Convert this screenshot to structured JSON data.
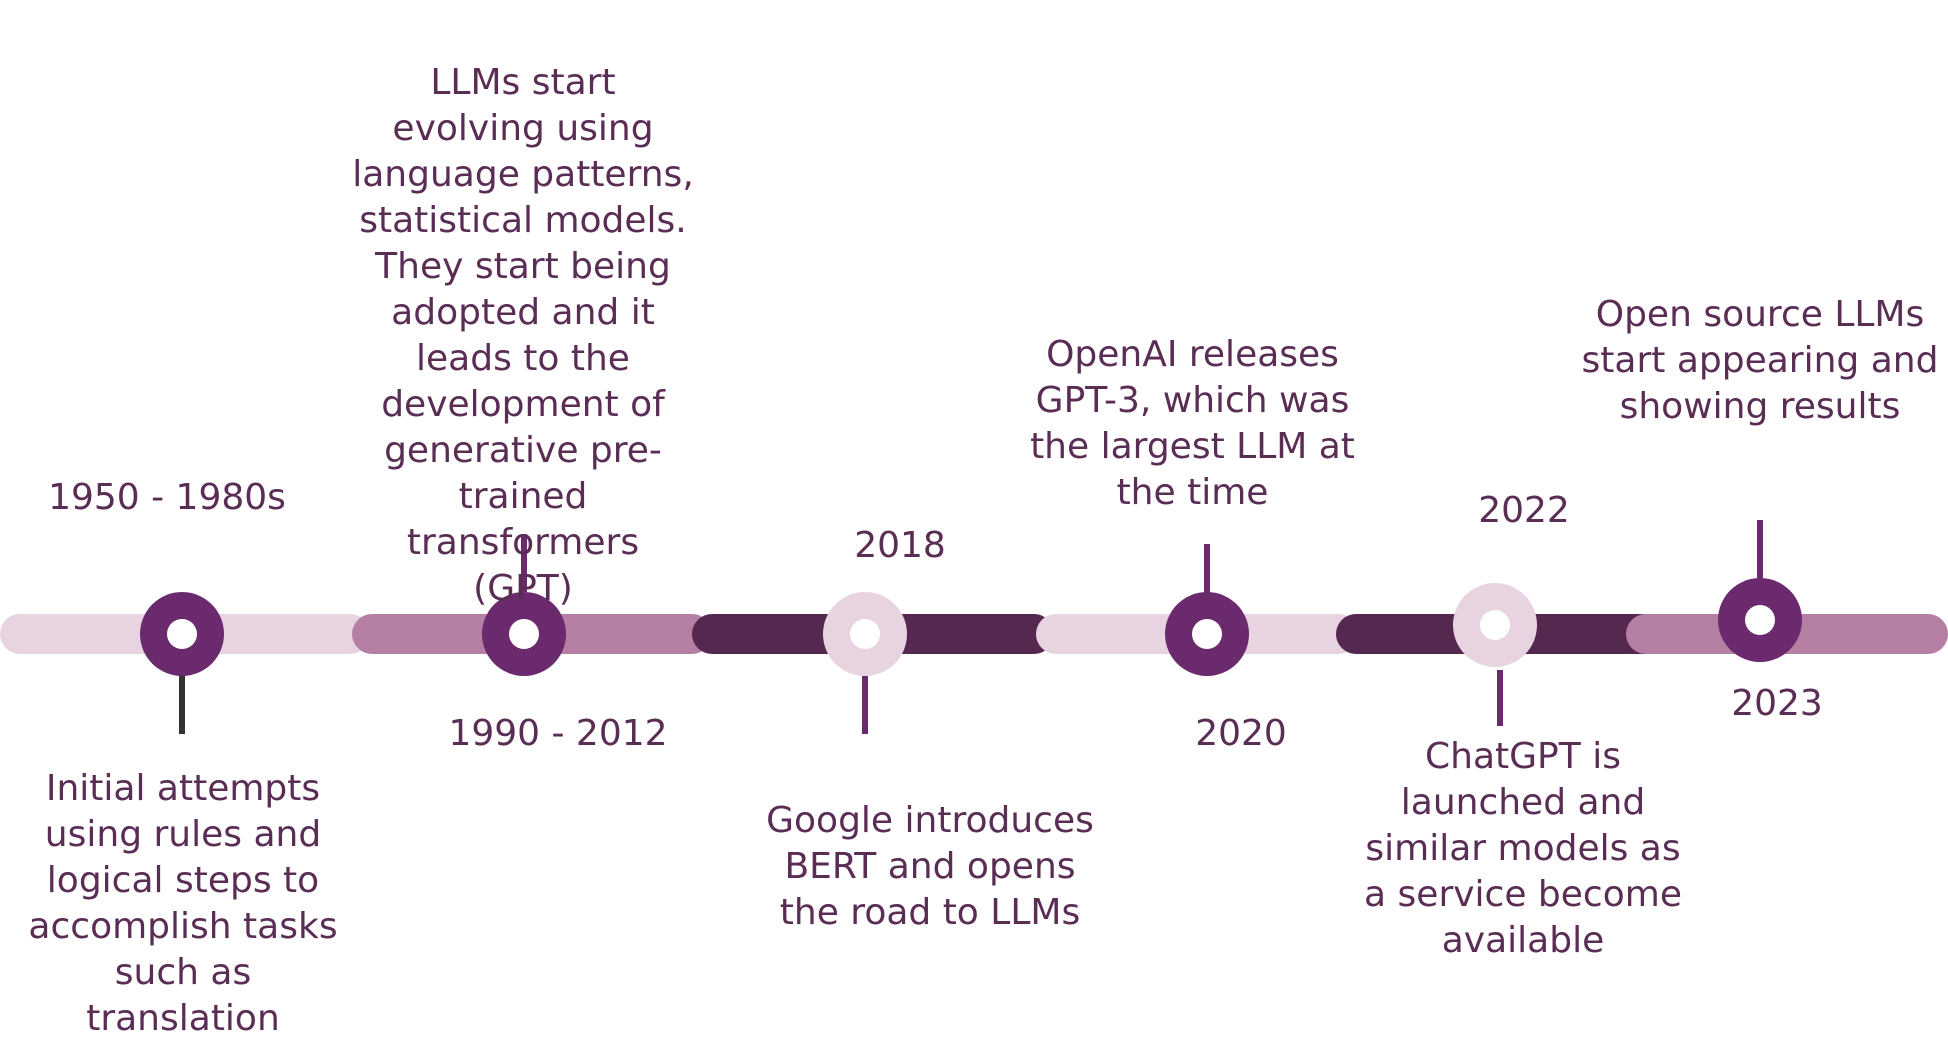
{
  "colors": {
    "light": "#e7d4e0",
    "mid": "#b57fa3",
    "dark": "#55284f",
    "purple": "#6b2a6e",
    "text": "#5a2d55",
    "stem_grey": "#333333"
  },
  "events": [
    {
      "period": "1950 - 1980s",
      "description": "Initial attempts using rules and logical steps to accomplish tasks such as translation",
      "segment_color": "light",
      "node_style": "dark"
    },
    {
      "period": "1990 - 2012",
      "description": "LLMs start evolving using language patterns, statistical models. They start being adopted and it leads to the development of generative pre-trained transformers (GPT)",
      "segment_color": "mid",
      "node_style": "dark"
    },
    {
      "period": "2018",
      "description": "Google introduces BERT and opens the road to LLMs",
      "segment_color": "dark",
      "node_style": "light"
    },
    {
      "period": "2020",
      "description": "OpenAI releases GPT-3, which was the largest LLM at the time",
      "segment_color": "light",
      "node_style": "dark"
    },
    {
      "period": "2022",
      "description": "ChatGPT is launched and similar models as a service become available",
      "segment_color": "dark",
      "node_style": "light"
    },
    {
      "period": "2023",
      "description": "Open source LLMs start appearing and showing results",
      "segment_color": "mid",
      "node_style": "dark"
    }
  ]
}
